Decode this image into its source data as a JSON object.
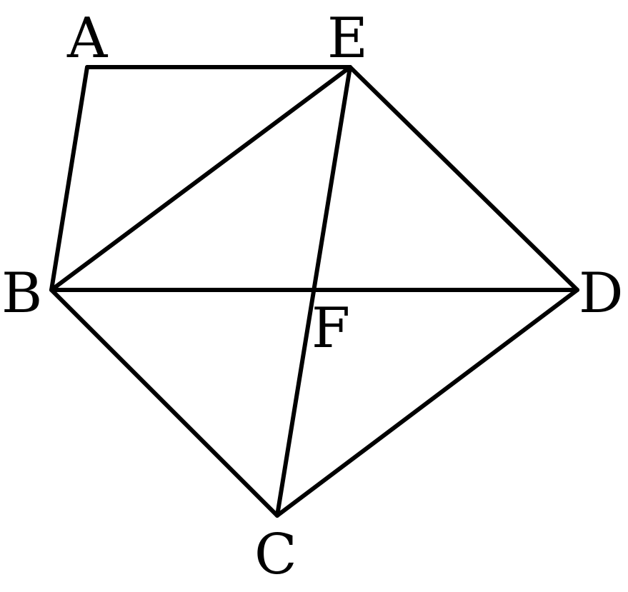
{
  "diagram": {
    "points": {
      "A": "A",
      "B": "B",
      "C": "C",
      "D": "D",
      "E": "E",
      "F": "F"
    },
    "segments": [
      [
        "A",
        "E"
      ],
      [
        "A",
        "B"
      ],
      [
        "B",
        "E"
      ],
      [
        "E",
        "C"
      ],
      [
        "E",
        "D"
      ],
      [
        "B",
        "D"
      ],
      [
        "B",
        "C"
      ],
      [
        "C",
        "D"
      ]
    ],
    "colors": {
      "stroke": "#000000",
      "background": "#ffffff"
    }
  }
}
